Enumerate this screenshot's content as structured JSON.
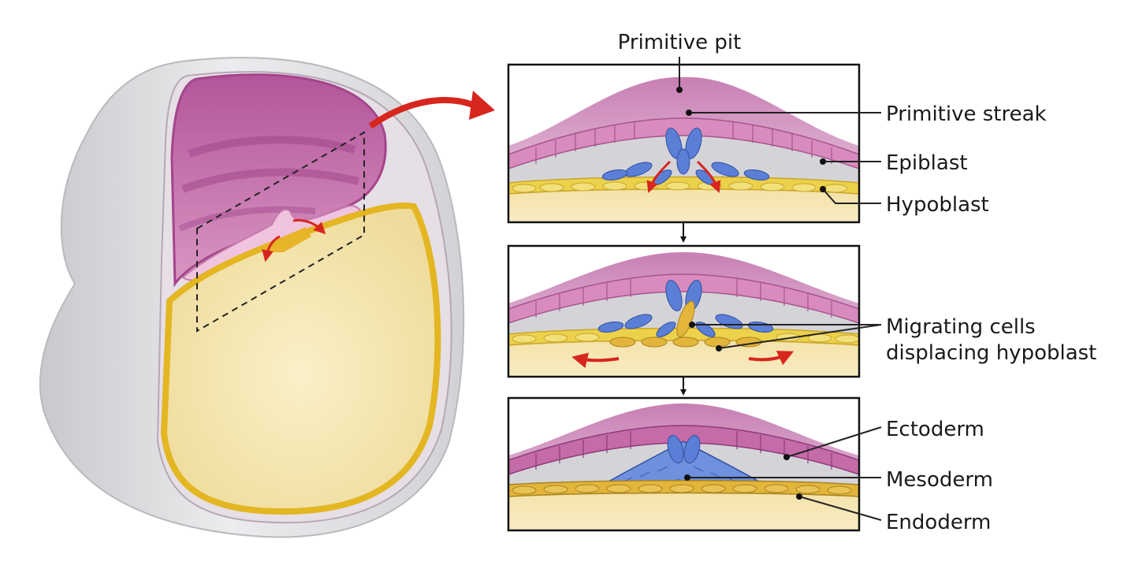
{
  "labels": {
    "primitive_pit": "Primitive pit",
    "primitive_streak": "Primitive streak",
    "epiblast": "Epiblast",
    "hypoblast": "Hypoblast",
    "migrating_line1": "Migrating cells",
    "migrating_line2": "displacing hypoblast",
    "ectoderm": "Ectoderm",
    "mesoderm": "Mesoderm",
    "endoderm": "Endoderm"
  },
  "colors": {
    "epiblast": "#d98bbd",
    "amnion": "#e8bfd8",
    "hypoblast": "#ecd24a",
    "yolk": "#f5e7b4",
    "migrating_cells": "#5b7fd6",
    "arrows": "#d7261e",
    "outer_shell": "#d9d9dc"
  }
}
